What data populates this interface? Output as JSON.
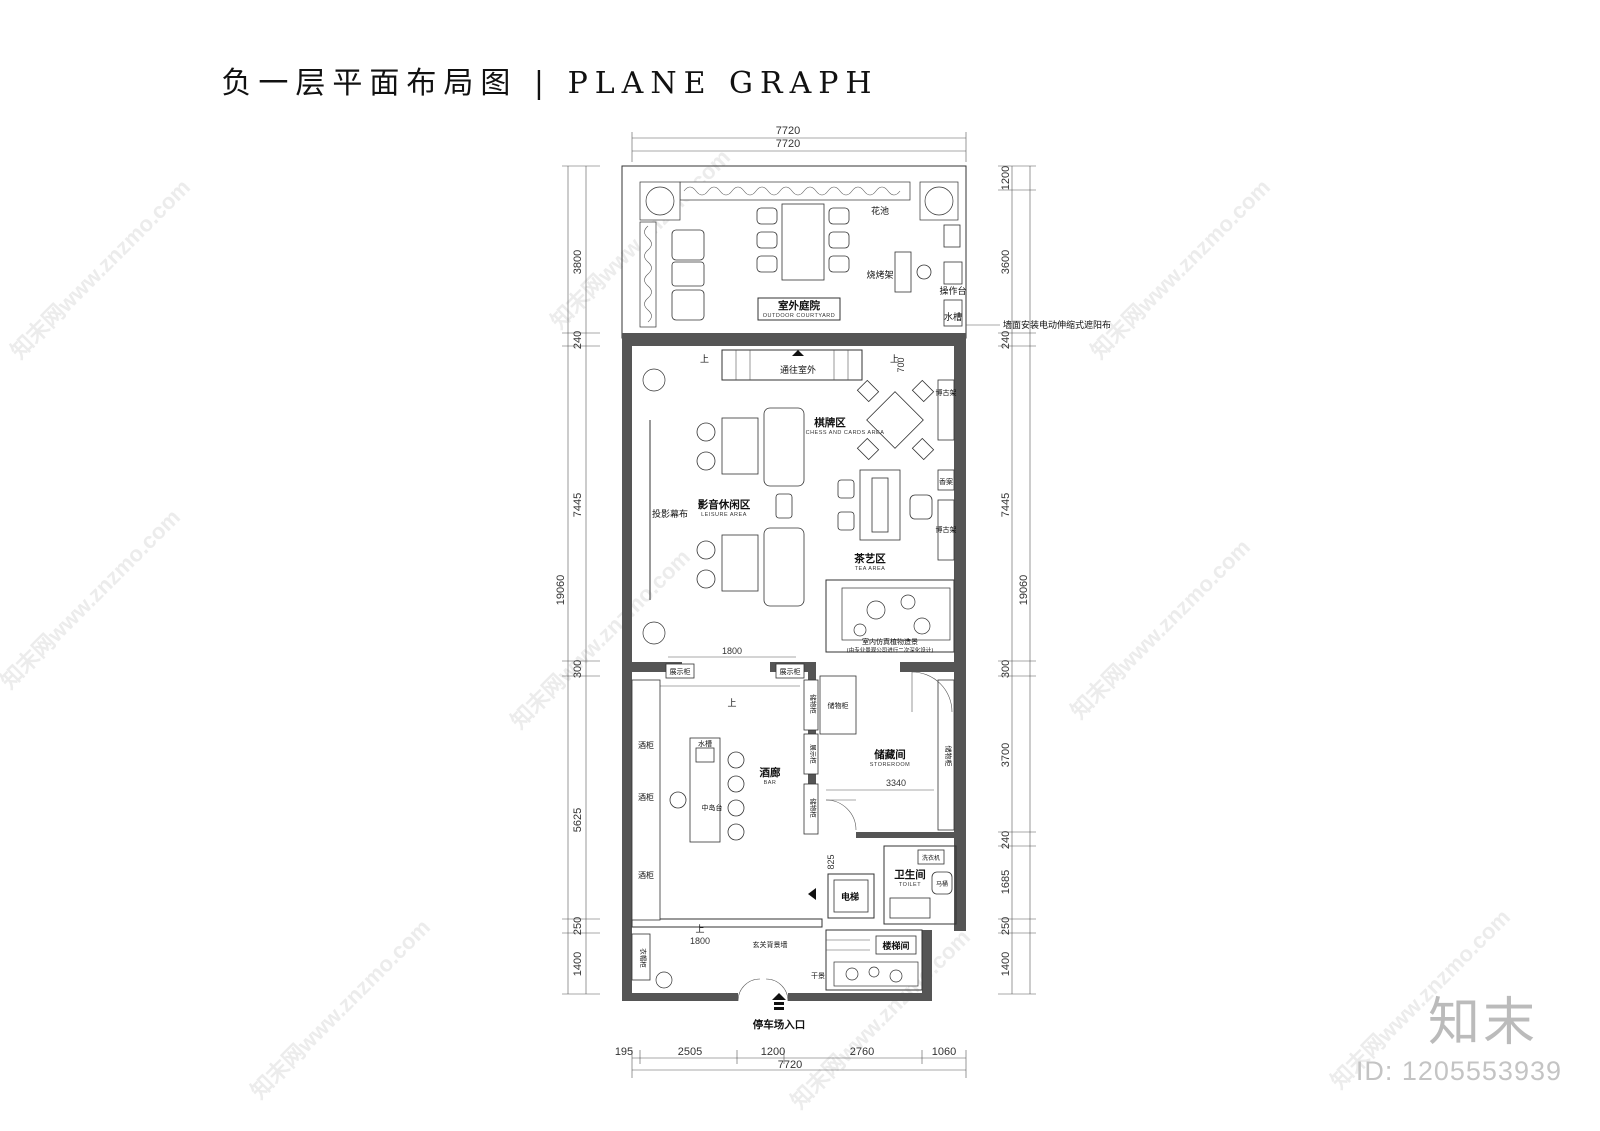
{
  "title": "负一层平面布局图 | PLANE GRAPH",
  "dimensions": {
    "top_width_a": "7720",
    "top_width_b": "7720",
    "bottom_total": "7720",
    "bottom_segments": [
      "195",
      "2505",
      "1200",
      "2760",
      "1060"
    ],
    "left_segments": [
      "3800",
      "240",
      "7445",
      "300",
      "5625",
      "250",
      "1400"
    ],
    "right_segments": [
      "1200",
      "3600",
      "240",
      "7445",
      "300",
      "3700",
      "240",
      "1685",
      "250",
      "1400"
    ],
    "total_height": "19060",
    "bar_width": "1800",
    "entry_width": "1800",
    "storeroom_width": "3340",
    "small_a": "700",
    "small_b": "825"
  },
  "rooms": {
    "courtyard": {
      "zh": "室外庭院",
      "en": "OUTDOOR COURTYARD"
    },
    "flower_bed": "花池",
    "bbq_rack": "烧烤架",
    "prep_table": "操作台",
    "sink_outdoor": "水槽",
    "awning_note": "墙面安装电动伸缩式遮阳布",
    "to_outdoor": "通往室外",
    "chess": {
      "zh": "棋牌区",
      "en": "CHESS AND CARDS AREA"
    },
    "leisure": {
      "zh": "影音休闲区",
      "en": "LEISURE AREA"
    },
    "screen": "投影幕布",
    "tea": {
      "zh": "茶艺区",
      "en": "TEA AREA"
    },
    "shelf": "博古架",
    "incense": "香案",
    "indoor_garden": "室内仿真植物造景",
    "indoor_garden_note": "(由专业景观公司进行二次深化设计)",
    "display_cab": "展示柜",
    "wine_cab": "酒柜",
    "storage_cab": "储物柜",
    "sink": "水槽",
    "island": "中岛台",
    "bar": {
      "zh": "酒廊",
      "en": "BAR"
    },
    "storeroom": {
      "zh": "储藏间",
      "en": "STOREROOM"
    },
    "washer": "洗衣机",
    "toilet_fixture": "马桶",
    "toilet": {
      "zh": "卫生间",
      "en": "TOILET"
    },
    "elevator": "电梯",
    "stair": "楼梯间",
    "entry_wall": "玄关背景墙",
    "coat_cab": "衣帽柜",
    "dry_scape": "干景",
    "up": "上",
    "parking": "停车场入口"
  },
  "watermark": "知末网www.znzmo.com",
  "brand": "知末",
  "image_id": "ID: 1205553939"
}
